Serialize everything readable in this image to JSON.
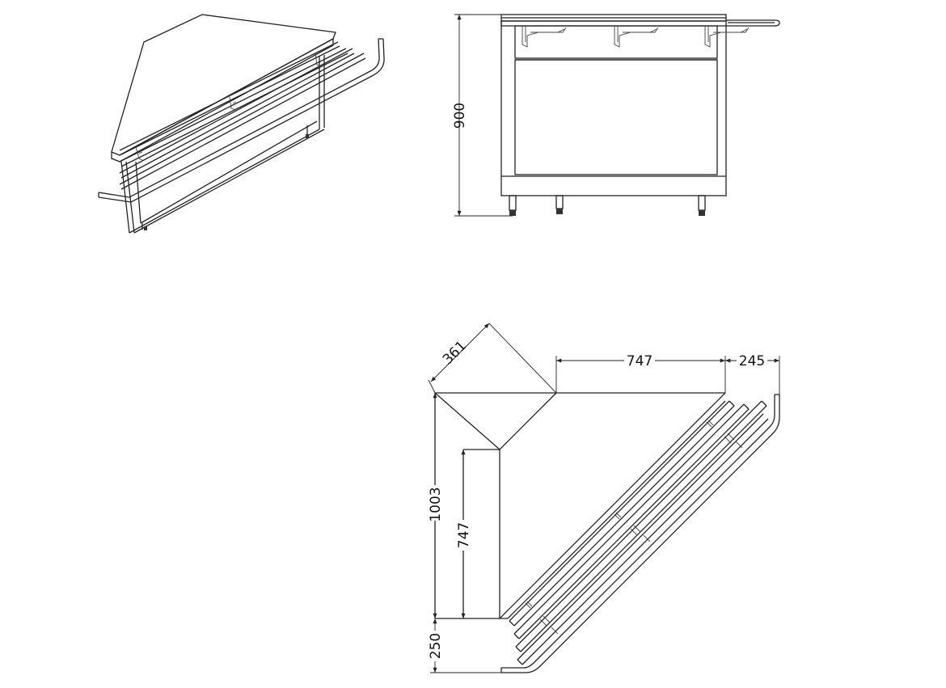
{
  "dimensions": {
    "front_height": "900",
    "diagonal_depth": "361",
    "top_width": "747",
    "rail_overhang": "245",
    "side_length": "1003",
    "inner_side": "747",
    "rail_depth": "250"
  },
  "colors": {
    "line": "#222222",
    "background": "#ffffff"
  }
}
